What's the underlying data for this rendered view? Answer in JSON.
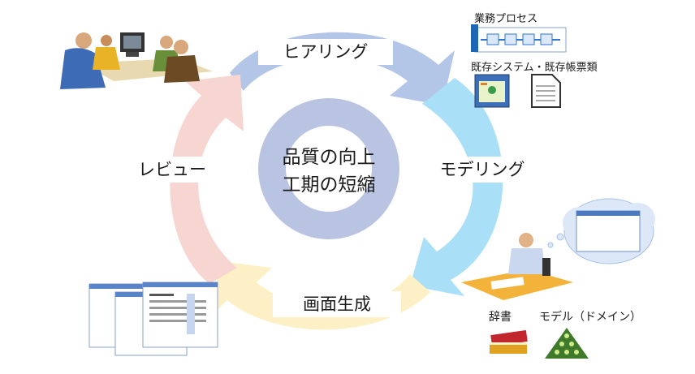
{
  "cycle": {
    "hearing": "ヒアリング",
    "modeling": "モデリング",
    "screen_gen": "画面生成",
    "review": "レビュー"
  },
  "center": {
    "line1": "品質の向上",
    "line2": "工期の短縮"
  },
  "labels": {
    "business_process": "業務プロセス",
    "existing_systems": "既存システム・既存帳票類",
    "dictionary": "辞書",
    "model_domain": "モデル（ドメイン）"
  },
  "colors": {
    "hearing_arrow": "#b4c6e7",
    "modeling_arrow": "#a9dff7",
    "screen_arrow": "#fdf0c6",
    "review_arrow": "#f7d6d1",
    "center_ring": "#b9c4e2"
  }
}
